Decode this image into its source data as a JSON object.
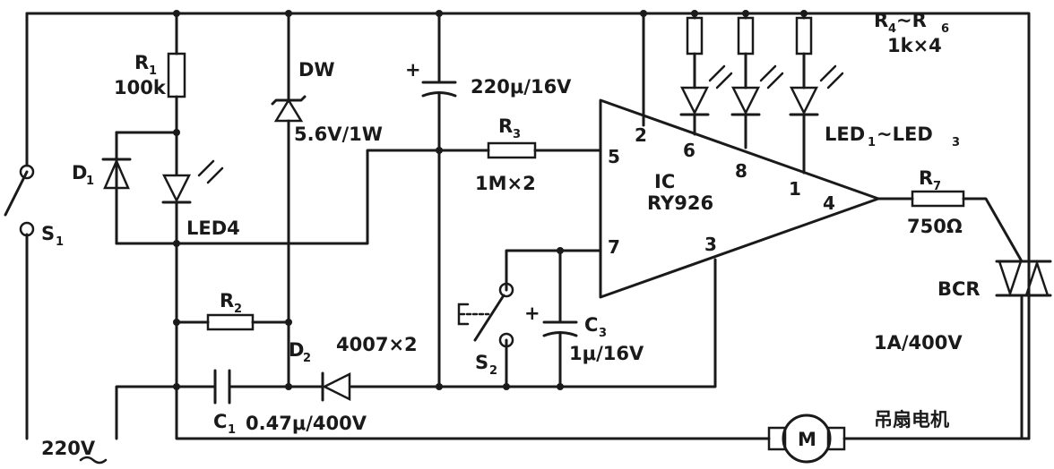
{
  "labels": {
    "r1": "R",
    "r1_sub": "1",
    "r1_value": "100k",
    "dw": "DW",
    "dw_value": "5.6V/1W",
    "c_big_value": "220μ/16V",
    "r3": "R",
    "r3_sub": "3",
    "r3_value": "1M×2",
    "r456": "R",
    "r456_sub_a": "4",
    "r456_tilde": "~R",
    "r456_sub_b": "6",
    "r456_value": "1k×4",
    "led_range": "LED",
    "led_range_sub_a": "1",
    "led_range_tilde": "~LED",
    "led_range_sub_b": "3",
    "d1": "D",
    "d1_sub": "1",
    "led4": "LED4",
    "s1": "S",
    "s1_sub": "1",
    "r2": "R",
    "r2_sub": "2",
    "d2": "D",
    "d2_sub": "2",
    "d2_value": "4007×2",
    "c1": "C",
    "c1_sub": "1",
    "c1_value": "0.47μ/400V",
    "mains": "220V",
    "s2": "S",
    "s2_sub": "2",
    "c3": "C",
    "c3_sub": "3",
    "c3_value": "1μ/16V",
    "ic": "IC",
    "ic_model": "RY926",
    "r7": "R",
    "r7_sub": "7",
    "r7_value": "750Ω",
    "bcr": "BCR",
    "bcr_value": "1A/400V",
    "motor": "M",
    "motor_label": "吊扇电机",
    "plus_c_big": "+",
    "plus_c3": "+"
  },
  "pins": {
    "p2": "2",
    "p5": "5",
    "p6": "6",
    "p7": "7",
    "p8": "8",
    "p1": "1",
    "p3": "3",
    "p4": "4"
  }
}
